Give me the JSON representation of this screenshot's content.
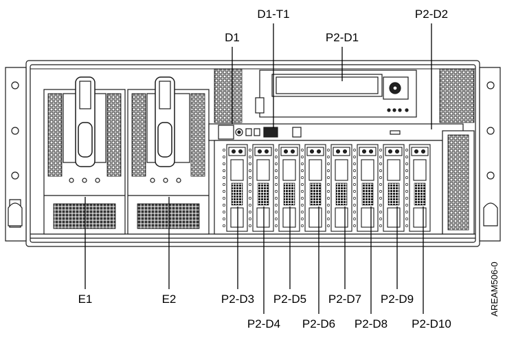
{
  "labels": {
    "d1_t1": "D1-T1",
    "p2_d1": "P2-D1",
    "p2_d2": "P2-D2",
    "d1": "D1",
    "e1": "E1",
    "e2": "E2",
    "p2_d3": "P2-D3",
    "p2_d5": "P2-D5",
    "p2_d7": "P2-D7",
    "p2_d9": "P2-D9",
    "p2_d4": "P2-D4",
    "p2_d6": "P2-D6",
    "p2_d8": "P2-D8",
    "p2_d10": "P2-D10"
  },
  "figure_id": "AREAM506-0",
  "hardware": {
    "power_supply_count": 2,
    "disk_bay_count": 8,
    "line_color": "#1a1a1a",
    "background": "#ffffff"
  }
}
